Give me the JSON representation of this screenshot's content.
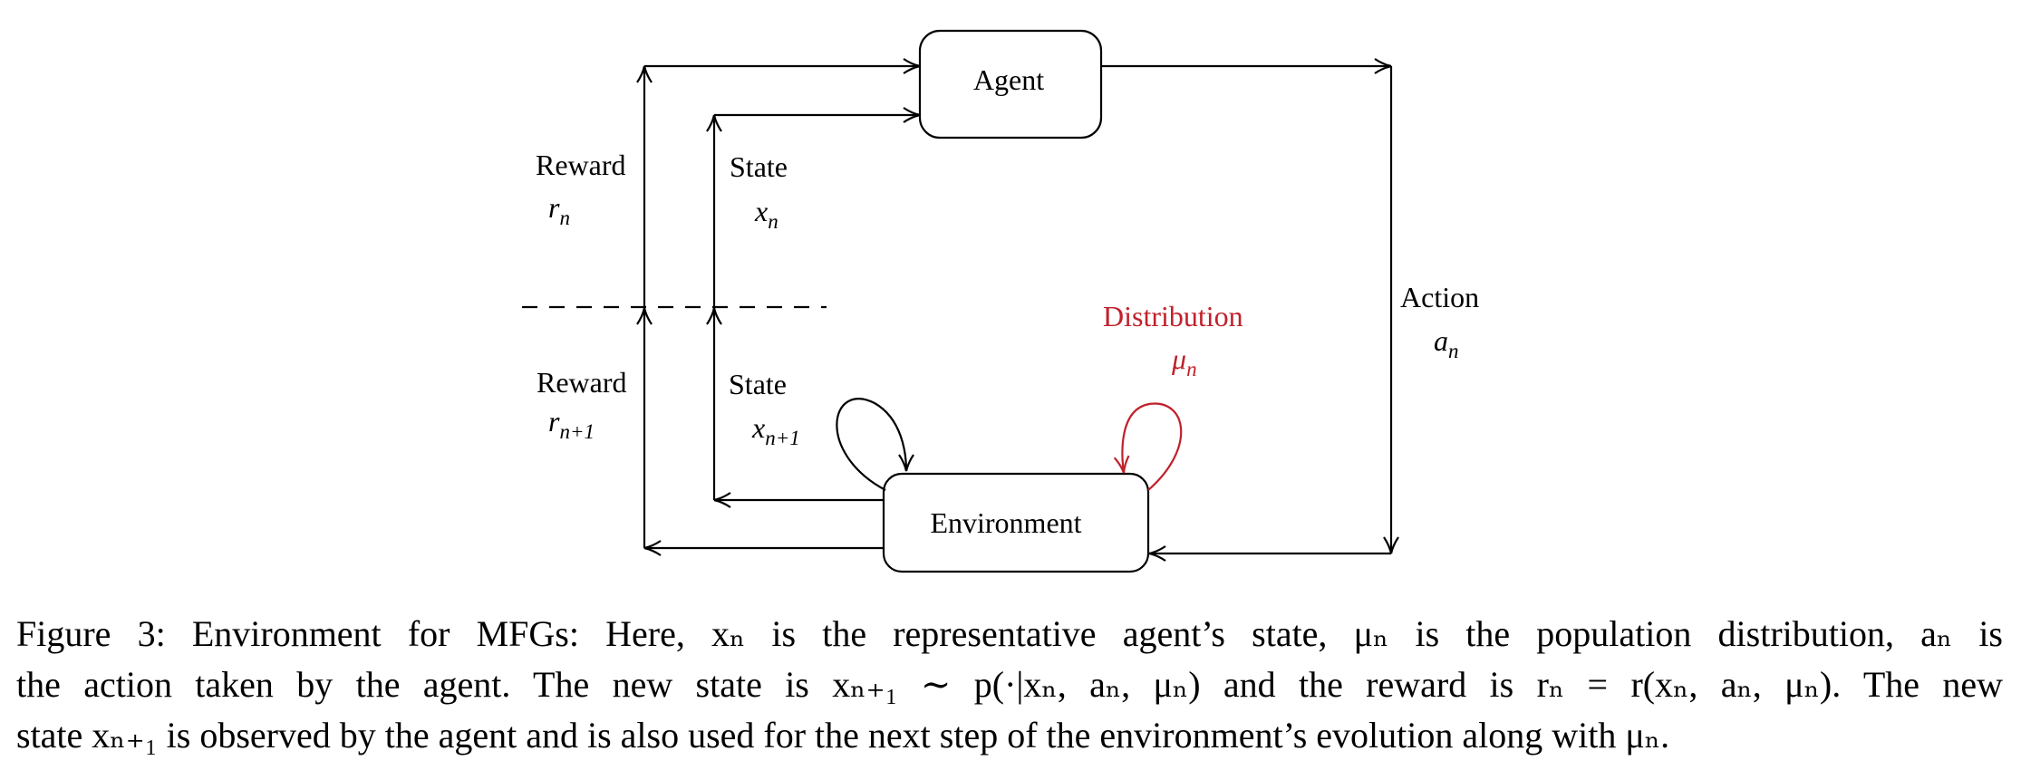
{
  "nodes": {
    "agent": "Agent",
    "environment": "Environment"
  },
  "edges": {
    "reward_top_label": "Reward",
    "reward_top_symbol": "r",
    "reward_top_sub": "n",
    "state_top_label": "State",
    "state_top_symbol": "x",
    "state_top_sub": "n",
    "reward_bottom_label": "Reward",
    "reward_bottom_symbol": "r",
    "reward_bottom_sub": "n+1",
    "state_bottom_label": "State",
    "state_bottom_symbol": "x",
    "state_bottom_sub": "n+1",
    "action_label": "Action",
    "action_symbol": "a",
    "action_sub": "n",
    "distribution_label": "Distribution",
    "distribution_symbol": "μ",
    "distribution_sub": "n"
  },
  "colors": {
    "line": "#000000",
    "distribution": "#c0212b"
  },
  "caption": {
    "line1": "Figure 3: Environment for MFGs: Here, xₙ is the representative agent’s state, μₙ is the population distribution, aₙ is",
    "line2": "the action taken by the agent. The new state is xₙ₊₁ ∼ p(·|xₙ, aₙ, μₙ) and the reward is rₙ = r(xₙ, aₙ, μₙ). The new",
    "line3": "state xₙ₊₁ is observed by the agent and is also used for the next step of the environment’s evolution along with μₙ."
  }
}
